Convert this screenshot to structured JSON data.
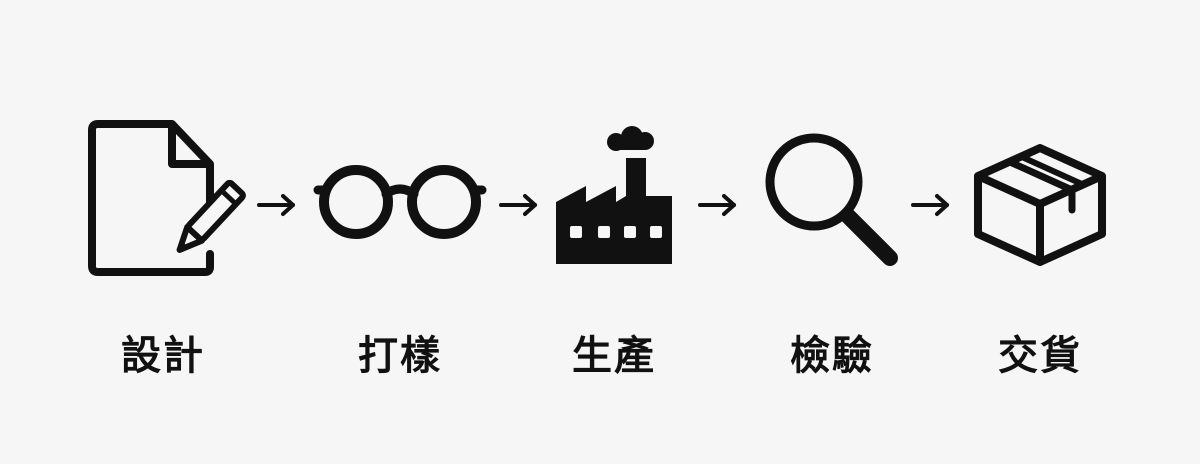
{
  "steps": [
    {
      "label": "設計",
      "icon": "document-edit-icon"
    },
    {
      "label": "打樣",
      "icon": "glasses-icon"
    },
    {
      "label": "生產",
      "icon": "factory-icon"
    },
    {
      "label": "檢驗",
      "icon": "magnifier-icon"
    },
    {
      "label": "交貨",
      "icon": "package-icon"
    }
  ],
  "connector_icon": "arrow-right-icon",
  "colors": {
    "background": "#f6f6f6",
    "ink": "#111111"
  }
}
